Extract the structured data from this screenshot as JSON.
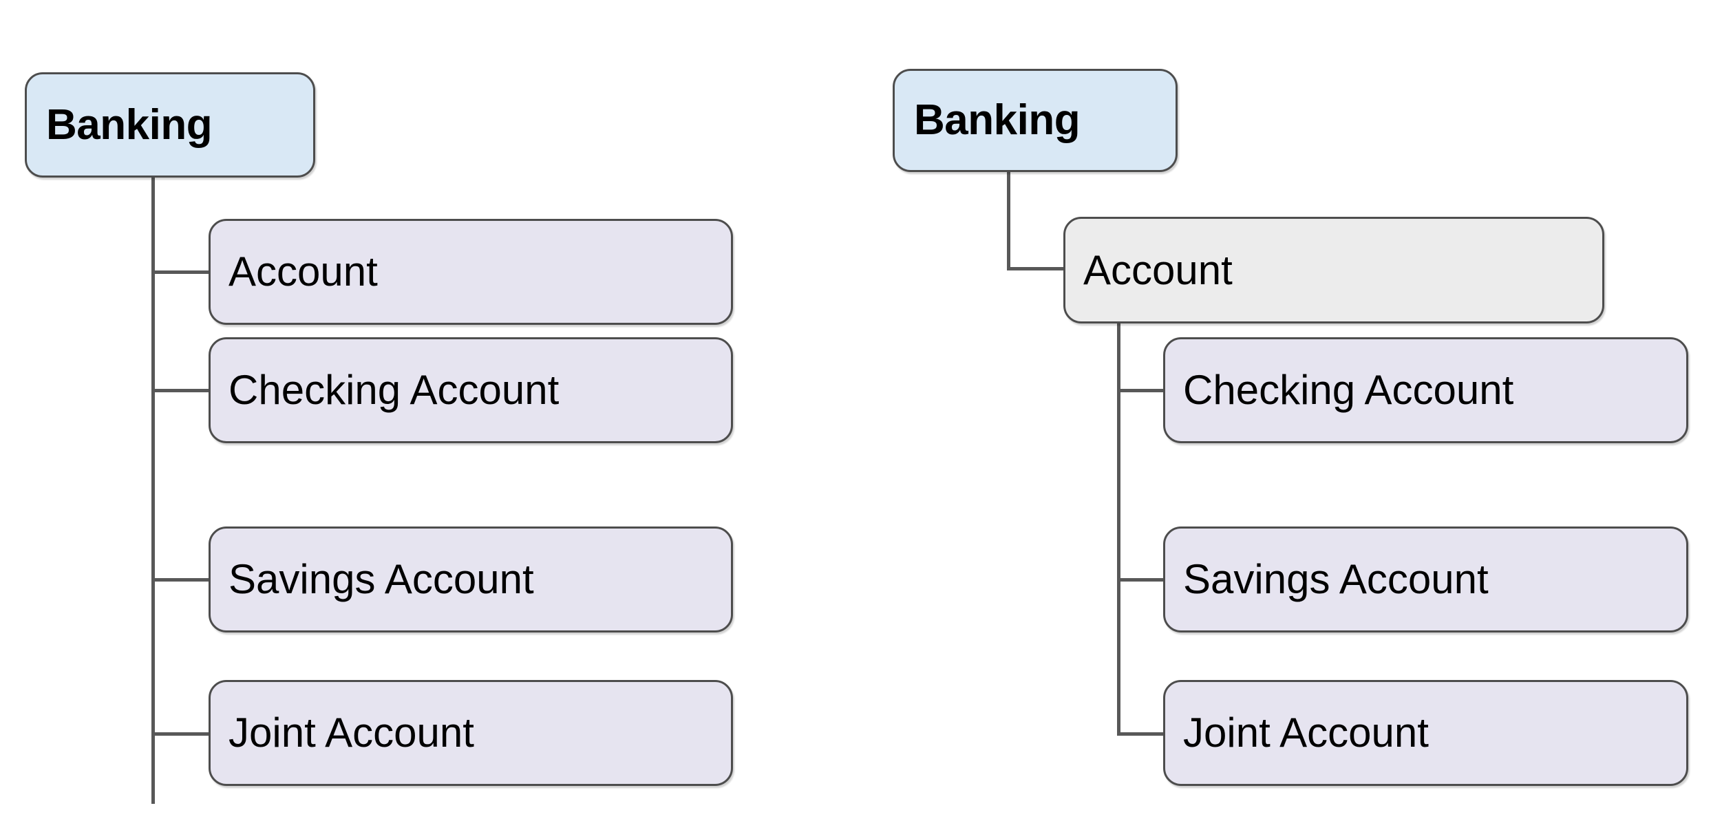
{
  "diagram": {
    "type": "tree",
    "background_color": "#ffffff",
    "palette": {
      "root_fill": "#d9e8f5",
      "child_fill": "#e6e4f0",
      "muted_fill": "#ececec",
      "node_border": "#4d4d4d",
      "connector": "#585858",
      "text": "#000000"
    },
    "variants": [
      {
        "name": "flat-hierarchy",
        "root": {
          "label": "Banking",
          "style": "root"
        },
        "children": [
          {
            "label": "Account",
            "style": "child"
          },
          {
            "label": "Checking Account",
            "style": "child"
          },
          {
            "label": "Savings Account",
            "style": "child"
          },
          {
            "label": "Joint Account",
            "style": "child"
          }
        ]
      },
      {
        "name": "nested-hierarchy",
        "root": {
          "label": "Banking",
          "style": "root"
        },
        "children": [
          {
            "label": "Account",
            "style": "muted",
            "children": [
              {
                "label": "Checking Account",
                "style": "child"
              },
              {
                "label": "Savings Account",
                "style": "child"
              },
              {
                "label": "Joint Account",
                "style": "child"
              }
            ]
          }
        ]
      }
    ]
  },
  "left": {
    "root_label": "Banking",
    "n0_label": "Account",
    "n1_label": "Checking Account",
    "n2_label": "Savings Account",
    "n3_label": "Joint Account"
  },
  "right": {
    "root_label": "Banking",
    "parent_label": "Account",
    "n1_label": "Checking Account",
    "n2_label": "Savings Account",
    "n3_label": "Joint Account"
  }
}
